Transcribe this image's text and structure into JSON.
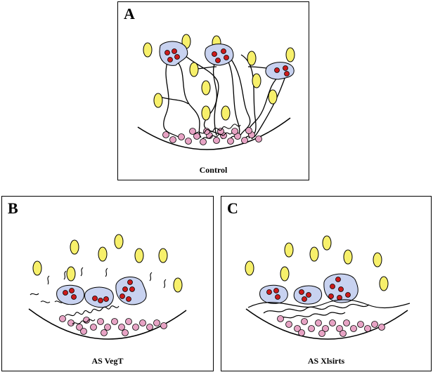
{
  "panels": [
    {
      "letter": "A",
      "caption": "Control"
    },
    {
      "letter": "B",
      "caption": "AS VegT"
    },
    {
      "letter": "C",
      "caption": "AS Xlsirts"
    }
  ],
  "colors": {
    "yellow_granule": "#f7f06b",
    "pink_granule": "#e7a3c4",
    "cluster_fill": "#c8d2f0",
    "red_dot": "#cc1a1a",
    "line": "#000000"
  }
}
